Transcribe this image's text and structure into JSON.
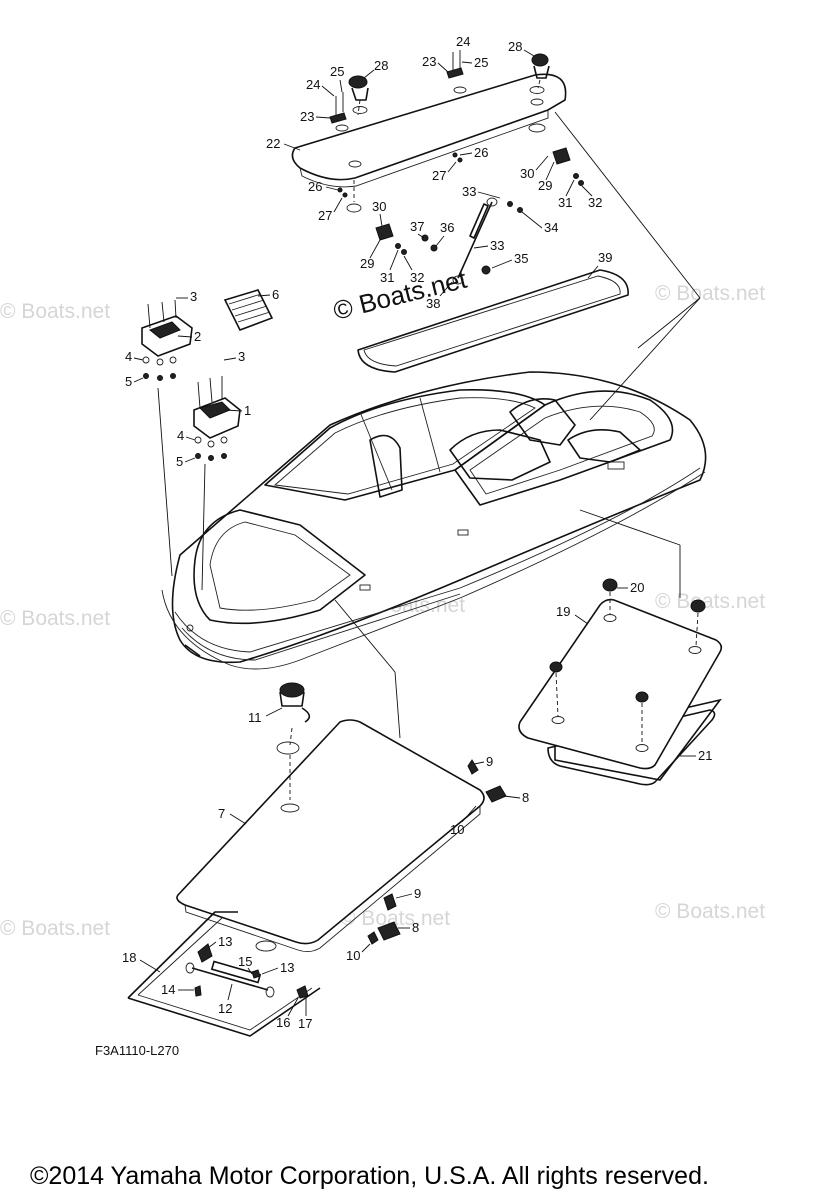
{
  "watermark": "© Boats.net",
  "watermark_center": "© Boats.net",
  "figure_code": "F3A1110-L270",
  "copyright": "©2014 Yamaha Motor Corporation, U.S.A. All rights reserved.",
  "callouts": {
    "n1": "1",
    "n2": "2",
    "n3a": "3",
    "n3b": "3",
    "n4a": "4",
    "n4b": "4",
    "n5a": "5",
    "n5b": "5",
    "n6": "6",
    "n7": "7",
    "n8a": "8",
    "n8b": "8",
    "n9a": "9",
    "n9b": "9",
    "n10a": "10",
    "n10b": "10",
    "n11": "11",
    "n12": "12",
    "n13a": "13",
    "n13b": "13",
    "n14": "14",
    "n15": "15",
    "n16": "16",
    "n17": "17",
    "n18": "18",
    "n19": "19",
    "n20": "20",
    "n21": "21",
    "n22": "22",
    "n23a": "23",
    "n23b": "23",
    "n24a": "24",
    "n24b": "24",
    "n25a": "25",
    "n25b": "25",
    "n26a": "26",
    "n26b": "26",
    "n27a": "27",
    "n27b": "27",
    "n28a": "28",
    "n28b": "28",
    "n29a": "29",
    "n29b": "29",
    "n30a": "30",
    "n30b": "30",
    "n31a": "31",
    "n31b": "31",
    "n32a": "32",
    "n32b": "32",
    "n33a": "33",
    "n33b": "33",
    "n34": "34",
    "n35": "35",
    "n36": "36",
    "n37": "37",
    "n38": "38",
    "n39": "39"
  }
}
